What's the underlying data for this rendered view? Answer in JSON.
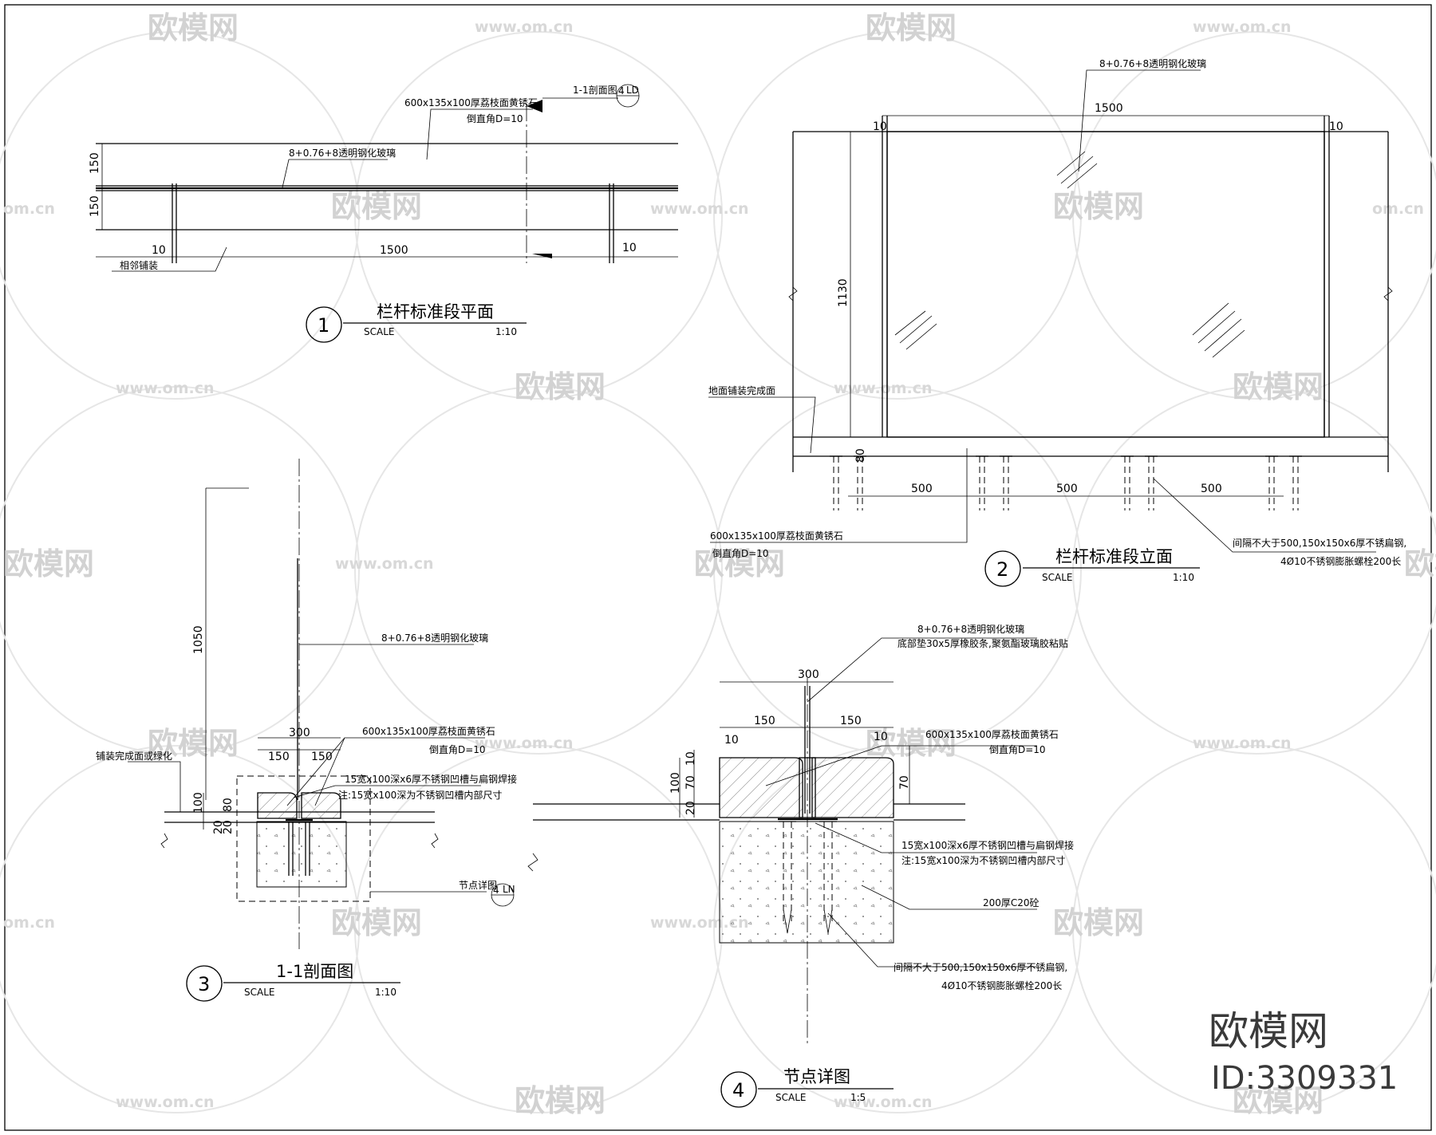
{
  "watermark": {
    "brand_cn": "欧模网",
    "url": "www.om.cn",
    "url_partial": "om.cn"
  },
  "brand": {
    "logo_text": "欧模网",
    "id_text": "ID:3309331"
  },
  "view1": {
    "number": "1",
    "title": "栏杆标准段平面",
    "scale_label": "SCALE",
    "scale_value": "1:10",
    "glass_note": "8+0.76+8透明钢化玻璃",
    "stone_note": "600x135x100厚荔枝面黄锈石",
    "chamfer_note": "倒直角D=10",
    "paving_note": "相邻铺装",
    "section_mark_text": "1-1剖面图",
    "section_ref_sheet": "4",
    "section_ref_code": "LD",
    "dim_150_a": "150",
    "dim_150_b": "150",
    "dim_10_a": "10",
    "dim_1500": "1500",
    "dim_10_b": "10"
  },
  "view2": {
    "number": "2",
    "title": "栏杆标准段立面",
    "scale_label": "SCALE",
    "scale_value": "1:10",
    "glass_note": "8+0.76+8透明钢化玻璃",
    "ground_note": "地面铺装完成面",
    "stone_note": "600x135x100厚荔枝面黄锈石",
    "chamfer_note": "倒直角D=10",
    "steel_note": "间隔不大于500,150x150x6厚不锈扁钢,",
    "bolt_note": "4Ø10不锈钢膨胀螺栓200长",
    "dim_10_a": "10",
    "dim_1500": "1500",
    "dim_10_b": "10",
    "dim_1130": "1130",
    "dim_80": "80",
    "dim_500_a": "500",
    "dim_500_b": "500",
    "dim_500_c": "500"
  },
  "view3": {
    "number": "3",
    "title": "1-1剖面图",
    "scale_label": "SCALE",
    "scale_value": "1:10",
    "glass_note": "8+0.76+8透明钢化玻璃",
    "stone_note": "600x135x100厚荔枝面黄锈石",
    "chamfer_note": "倒直角D=10",
    "paving_note": "铺装完成面或绿化",
    "channel_note": "15宽x100深x6厚不锈钢凹槽与扁钢焊接",
    "channel_note2": "注:15宽x100深为不锈钢凹槽内部尺寸",
    "detail_ref_text": "节点详图",
    "detail_ref_sheet": "4",
    "detail_ref_code": "LN",
    "dim_1050": "1050",
    "dim_300": "300",
    "dim_150_a": "150",
    "dim_150_b": "150",
    "dim_100": "100",
    "dim_80": "80",
    "dim_20_a": "20",
    "dim_20_b": "20"
  },
  "view4": {
    "number": "4",
    "title": "节点详图",
    "scale_label": "SCALE",
    "scale_value": "1:5",
    "glass_note": "8+0.76+8透明钢化玻璃",
    "glass_note2": "底部垫30x5厚橡胶条,聚氨酯玻璃胶粘贴",
    "stone_note": "600x135x100厚荔枝面黄锈石",
    "chamfer_note": "倒直角D=10",
    "channel_note": "15宽x100深x6厚不锈钢凹槽与扁钢焊接",
    "channel_note2": "注:15宽x100深为不锈钢凹槽内部尺寸",
    "concrete_note": "200厚C20砼",
    "steel_note": "间隔不大于500,150x150x6厚不锈扁钢,",
    "bolt_note": "4Ø10不锈钢膨胀螺栓200长",
    "dim_300": "300",
    "dim_150_a": "150",
    "dim_150_b": "150",
    "dim_10_a": "10",
    "dim_10_b": "10",
    "dim_10_c": "10",
    "dim_100": "100",
    "dim_70_a": "70",
    "dim_20": "20",
    "dim_70_b": "70"
  }
}
